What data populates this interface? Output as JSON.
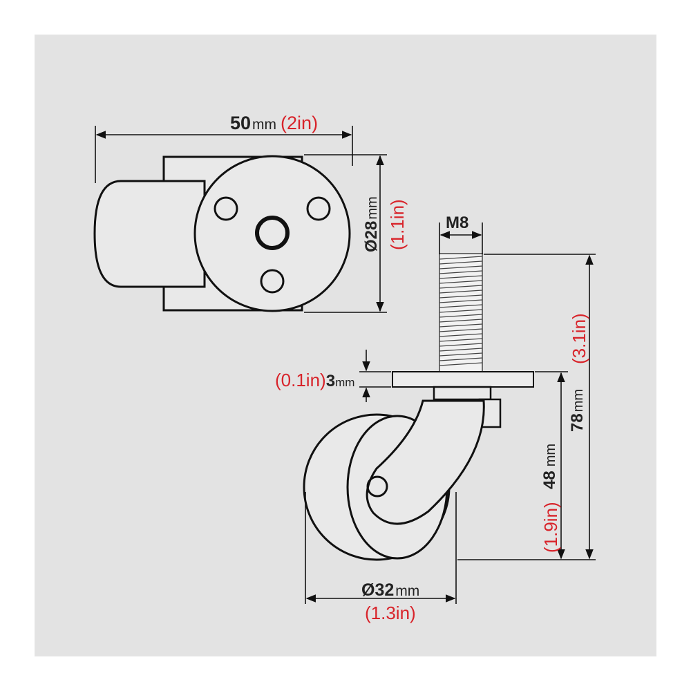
{
  "colors": {
    "background": "#e3e3e3",
    "line": "#111111",
    "inch_text": "#d8232a"
  },
  "dimensions": {
    "width": {
      "value": "50",
      "unit": "mm",
      "inch": "(2in)"
    },
    "plate_diameter": {
      "value": "Ø28",
      "unit": "mm",
      "inch": "(1.1in)"
    },
    "thread": {
      "value": "M8"
    },
    "total_height": {
      "value": "78",
      "unit": "mm",
      "inch": "(3.1in)"
    },
    "plate_thickness": {
      "value": "3",
      "unit": "mm",
      "inch": "(0.1in)"
    },
    "wheel_height": {
      "value": "48",
      "unit": "mm",
      "inch": "(1.9in)"
    },
    "wheel_diameter": {
      "value": "Ø32",
      "unit": "mm",
      "inch": "(1.3in)"
    }
  }
}
